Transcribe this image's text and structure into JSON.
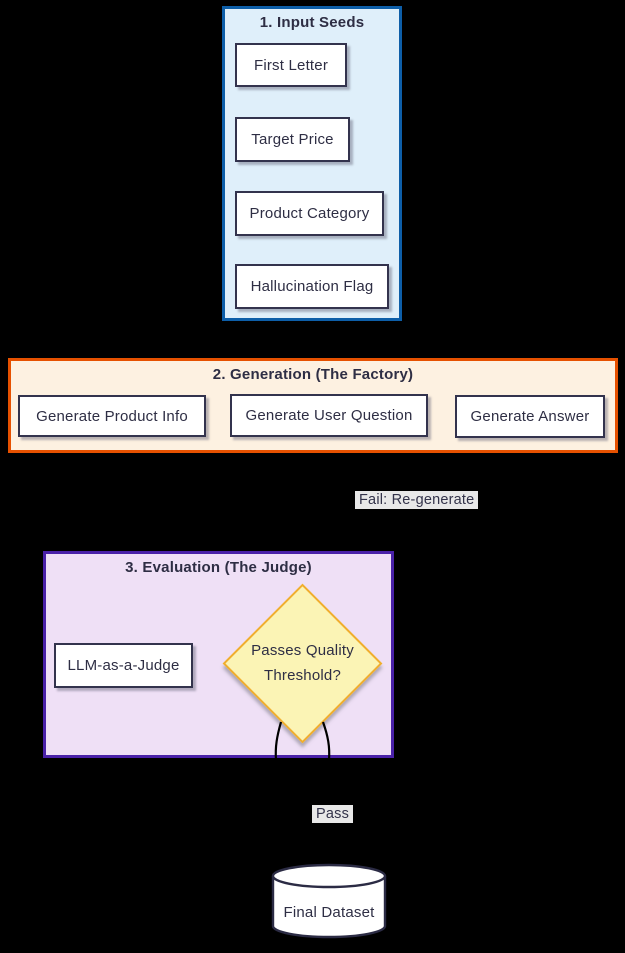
{
  "colors": {
    "background": "#000000",
    "node_fill": "#ffffff",
    "node_border": "#33334d",
    "text": "#2e2e44",
    "edge": "#000000",
    "edge_label_bg": "#e8e8e8"
  },
  "clusters": [
    {
      "title": "1. Input Seeds",
      "fill": "#dfeffa",
      "stroke": "#0d5ea8",
      "nodes": [
        {
          "label": "First Letter"
        },
        {
          "label": "Target Price"
        },
        {
          "label": "Product Category"
        },
        {
          "label": "Hallucination Flag"
        }
      ]
    },
    {
      "title": "2. Generation (The Factory)",
      "fill": "#fdf1e1",
      "stroke": "#e65100",
      "nodes": [
        {
          "label": "Generate Product Info"
        },
        {
          "label": "Generate User Question"
        },
        {
          "label": "Generate Answer"
        }
      ]
    },
    {
      "title": "3. Evaluation (The Judge)",
      "fill": "#efe0f6",
      "stroke": "#4a21a8",
      "nodes": [
        {
          "label": "LLM-as-a-Judge"
        }
      ],
      "decision": {
        "label": "Passes Quality Threshold?",
        "fill": "#fbf4b5",
        "stroke": "#f0ad2e"
      }
    }
  ],
  "edge_labels": [
    {
      "label": "Fail: Re-generate"
    },
    {
      "label": "Pass"
    }
  ],
  "terminal": {
    "label": "Final Dataset",
    "shape": "cylinder"
  }
}
